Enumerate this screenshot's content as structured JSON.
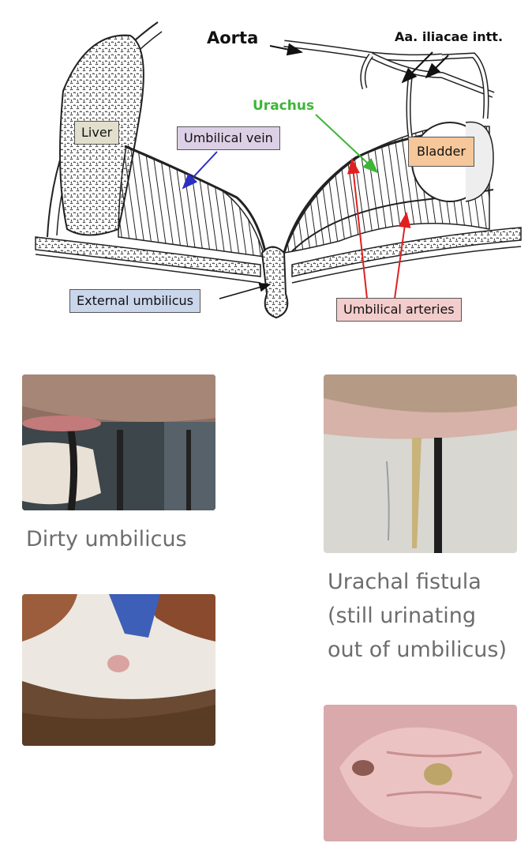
{
  "diagram": {
    "labels": {
      "aorta": "Aorta",
      "iliac": "Aa. iliacae intt.",
      "urachus": "Urachus",
      "liver": "Liver",
      "umbilical_vein": "Umbilical vein",
      "bladder": "Bladder",
      "external_umbilicus": "External umbilicus",
      "umbilical_arteries": "Umbilical arteries"
    },
    "colors": {
      "liver_fill": "#e2e0cd",
      "vein_fill": "#dcd0e6",
      "bladder_fill": "#f6c79a",
      "external_fill": "#c9d6ec",
      "arteries_fill": "#f3cccc",
      "urachus_text": "#3db536",
      "vein_arrow": "#2b2fc4",
      "artery_arrow": "#e02020"
    }
  },
  "photos": {
    "captions": {
      "dirty": "Dirty umbilicus",
      "fistula": "Urachal fistula\n(still urinating\nout of umbilicus)"
    }
  }
}
